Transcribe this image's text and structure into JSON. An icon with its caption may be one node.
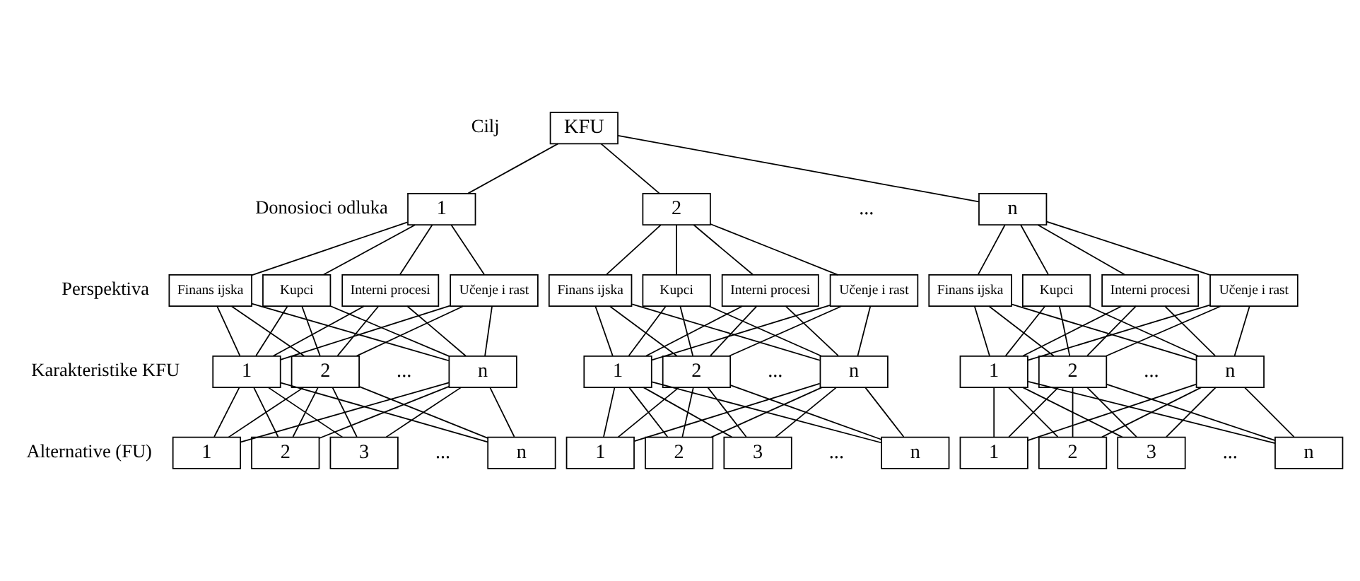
{
  "diagram": {
    "nodes": [
      {
        "text": [
          "KFU"
        ]
      },
      {
        "text": [
          "1"
        ]
      },
      {
        "text": [
          "2"
        ]
      },
      {
        "text": [
          "n"
        ]
      },
      {
        "text": [
          "Finans ijska"
        ]
      },
      {
        "text": [
          "Kupci"
        ]
      },
      {
        "text": [
          "Interni procesi"
        ]
      },
      {
        "text": [
          "Učenje i rast"
        ]
      },
      {
        "text": [
          "Finans ijska"
        ]
      },
      {
        "text": [
          "Kupci"
        ]
      },
      {
        "text": [
          "Interni procesi"
        ]
      },
      {
        "text": [
          "Učenje i rast"
        ]
      },
      {
        "text": [
          "Finans ijska"
        ]
      },
      {
        "text": [
          "Kupci"
        ]
      },
      {
        "text": [
          "Interni procesi"
        ]
      },
      {
        "text": [
          "Učenje i rast"
        ]
      },
      {
        "text": [
          "1"
        ]
      },
      {
        "text": [
          "2"
        ]
      },
      {
        "text": [
          "n"
        ]
      },
      {
        "text": [
          "1"
        ]
      },
      {
        "text": [
          "2"
        ]
      },
      {
        "text": [
          "n"
        ]
      },
      {
        "text": [
          "1"
        ]
      },
      {
        "text": [
          "2"
        ]
      },
      {
        "text": [
          "n"
        ]
      },
      {
        "text": [
          "1"
        ]
      },
      {
        "text": [
          "2"
        ]
      },
      {
        "text": [
          "3"
        ]
      },
      {
        "text": [
          "n"
        ]
      },
      {
        "text": [
          "1"
        ]
      },
      {
        "text": [
          "2"
        ]
      },
      {
        "text": [
          "3"
        ]
      },
      {
        "text": [
          "n"
        ]
      },
      {
        "text": [
          "1"
        ]
      },
      {
        "text": [
          "2"
        ]
      },
      {
        "text": [
          "3"
        ]
      },
      {
        "text": [
          "n"
        ]
      }
    ],
    "edges": [
      {
        "from": 0,
        "to": 1,
        "arrow": "none"
      },
      {
        "from": 0,
        "to": 2,
        "arrow": "none"
      },
      {
        "from": 0,
        "to": 3,
        "arrow": "none"
      },
      {
        "from": 1,
        "to": 4,
        "arrow": "none"
      },
      {
        "from": 1,
        "to": 5,
        "arrow": "none"
      },
      {
        "from": 1,
        "to": 6,
        "arrow": "none"
      },
      {
        "from": 1,
        "to": 7,
        "arrow": "none"
      },
      {
        "from": 2,
        "to": 8,
        "arrow": "none"
      },
      {
        "from": 2,
        "to": 9,
        "arrow": "none"
      },
      {
        "from": 2,
        "to": 10,
        "arrow": "none"
      },
      {
        "from": 2,
        "to": 11,
        "arrow": "none"
      },
      {
        "from": 3,
        "to": 12,
        "arrow": "none"
      },
      {
        "from": 3,
        "to": 13,
        "arrow": "none"
      },
      {
        "from": 3,
        "to": 14,
        "arrow": "none"
      },
      {
        "from": 3,
        "to": 15,
        "arrow": "none"
      },
      {
        "from": 4,
        "to": 16,
        "arrow": "none"
      },
      {
        "from": 4,
        "to": 17,
        "arrow": "none"
      },
      {
        "from": 4,
        "to": 18,
        "arrow": "none"
      },
      {
        "from": 5,
        "to": 16,
        "arrow": "none"
      },
      {
        "from": 5,
        "to": 17,
        "arrow": "none"
      },
      {
        "from": 5,
        "to": 18,
        "arrow": "none"
      },
      {
        "from": 6,
        "to": 16,
        "arrow": "none"
      },
      {
        "from": 6,
        "to": 17,
        "arrow": "none"
      },
      {
        "from": 6,
        "to": 18,
        "arrow": "none"
      },
      {
        "from": 7,
        "to": 16,
        "arrow": "none"
      },
      {
        "from": 7,
        "to": 17,
        "arrow": "none"
      },
      {
        "from": 7,
        "to": 18,
        "arrow": "none"
      },
      {
        "from": 8,
        "to": 19,
        "arrow": "none"
      },
      {
        "from": 8,
        "to": 20,
        "arrow": "none"
      },
      {
        "from": 8,
        "to": 21,
        "arrow": "none"
      },
      {
        "from": 9,
        "to": 19,
        "arrow": "none"
      },
      {
        "from": 9,
        "to": 20,
        "arrow": "none"
      },
      {
        "from": 9,
        "to": 21,
        "arrow": "none"
      },
      {
        "from": 10,
        "to": 19,
        "arrow": "none"
      },
      {
        "from": 10,
        "to": 20,
        "arrow": "none"
      },
      {
        "from": 10,
        "to": 21,
        "arrow": "none"
      },
      {
        "from": 11,
        "to": 19,
        "arrow": "none"
      },
      {
        "from": 11,
        "to": 20,
        "arrow": "none"
      },
      {
        "from": 11,
        "to": 21,
        "arrow": "none"
      },
      {
        "from": 12,
        "to": 22,
        "arrow": "none"
      },
      {
        "from": 12,
        "to": 23,
        "arrow": "none"
      },
      {
        "from": 12,
        "to": 24,
        "arrow": "none"
      },
      {
        "from": 13,
        "to": 22,
        "arrow": "none"
      },
      {
        "from": 13,
        "to": 23,
        "arrow": "none"
      },
      {
        "from": 13,
        "to": 24,
        "arrow": "none"
      },
      {
        "from": 14,
        "to": 22,
        "arrow": "none"
      },
      {
        "from": 14,
        "to": 23,
        "arrow": "none"
      },
      {
        "from": 14,
        "to": 24,
        "arrow": "none"
      },
      {
        "from": 15,
        "to": 22,
        "arrow": "none"
      },
      {
        "from": 15,
        "to": 23,
        "arrow": "none"
      },
      {
        "from": 15,
        "to": 24,
        "arrow": "none"
      },
      {
        "from": 16,
        "to": 25,
        "arrow": "none"
      },
      {
        "from": 16,
        "to": 26,
        "arrow": "none"
      },
      {
        "from": 16,
        "to": 27,
        "arrow": "none"
      },
      {
        "from": 16,
        "to": 28,
        "arrow": "none"
      },
      {
        "from": 17,
        "to": 25,
        "arrow": "none"
      },
      {
        "from": 17,
        "to": 26,
        "arrow": "none"
      },
      {
        "from": 17,
        "to": 27,
        "arrow": "none"
      },
      {
        "from": 17,
        "to": 28,
        "arrow": "none"
      },
      {
        "from": 18,
        "to": 25,
        "arrow": "none"
      },
      {
        "from": 18,
        "to": 26,
        "arrow": "none"
      },
      {
        "from": 18,
        "to": 27,
        "arrow": "none"
      },
      {
        "from": 18,
        "to": 28,
        "arrow": "none"
      },
      {
        "from": 19,
        "to": 29,
        "arrow": "none"
      },
      {
        "from": 19,
        "to": 30,
        "arrow": "none"
      },
      {
        "from": 19,
        "to": 31,
        "arrow": "none"
      },
      {
        "from": 19,
        "to": 32,
        "arrow": "none"
      },
      {
        "from": 20,
        "to": 29,
        "arrow": "none"
      },
      {
        "from": 20,
        "to": 30,
        "arrow": "none"
      },
      {
        "from": 20,
        "to": 31,
        "arrow": "none"
      },
      {
        "from": 20,
        "to": 32,
        "arrow": "none"
      },
      {
        "from": 21,
        "to": 29,
        "arrow": "none"
      },
      {
        "from": 21,
        "to": 30,
        "arrow": "none"
      },
      {
        "from": 21,
        "to": 31,
        "arrow": "none"
      },
      {
        "from": 21,
        "to": 32,
        "arrow": "none"
      },
      {
        "from": 22,
        "to": 33,
        "arrow": "none"
      },
      {
        "from": 22,
        "to": 34,
        "arrow": "none"
      },
      {
        "from": 22,
        "to": 35,
        "arrow": "none"
      },
      {
        "from": 22,
        "to": 36,
        "arrow": "none"
      },
      {
        "from": 23,
        "to": 33,
        "arrow": "none"
      },
      {
        "from": 23,
        "to": 34,
        "arrow": "none"
      },
      {
        "from": 23,
        "to": 35,
        "arrow": "none"
      },
      {
        "from": 23,
        "to": 36,
        "arrow": "none"
      },
      {
        "from": 24,
        "to": 33,
        "arrow": "none"
      },
      {
        "from": 24,
        "to": 34,
        "arrow": "none"
      },
      {
        "from": 24,
        "to": 35,
        "arrow": "none"
      },
      {
        "from": 24,
        "to": 36,
        "arrow": "none"
      }
    ],
    "labels": [
      "Cilj",
      "Donosioci odluka",
      "...",
      "Perspektiva",
      "Karakteristike KFU",
      "...",
      "...",
      "...",
      "Alternative (FU)",
      "...",
      "...",
      "..."
    ]
  }
}
